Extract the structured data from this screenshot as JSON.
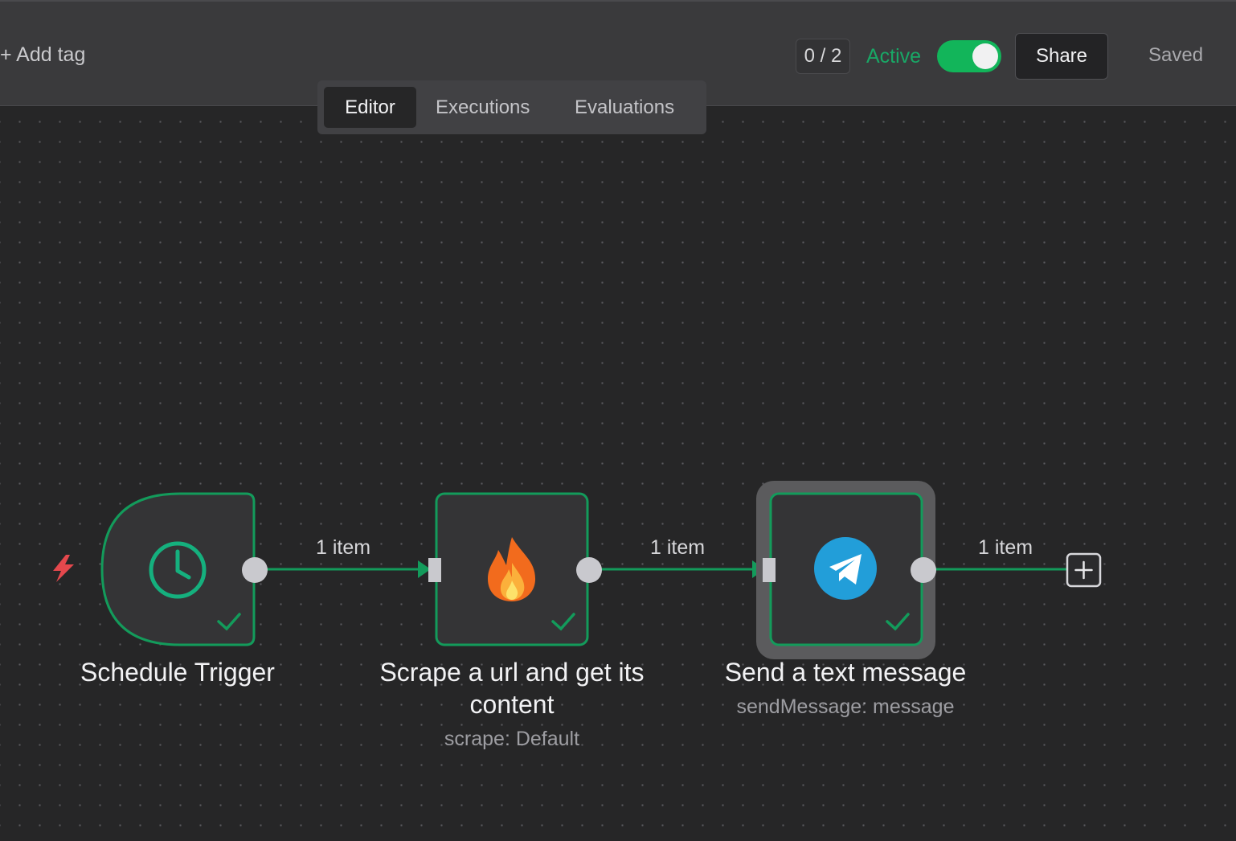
{
  "header": {
    "add_tag": "+ Add tag",
    "counter": "0 / 2",
    "active_label": "Active",
    "active": true,
    "share_label": "Share",
    "saved_label": "Saved"
  },
  "tabs": [
    {
      "label": "Editor",
      "active": true
    },
    {
      "label": "Executions",
      "active": false
    },
    {
      "label": "Evaluations",
      "active": false
    }
  ],
  "nodes": [
    {
      "title": "Schedule Trigger",
      "subtitle": "",
      "icon": "clock-icon",
      "status": "success"
    },
    {
      "title": "Scrape a url and get its content",
      "title_line1": "Scrape a url and get its",
      "title_line2": "content",
      "subtitle": "scrape: Default",
      "icon": "fire-icon",
      "status": "success"
    },
    {
      "title": "Send a text message",
      "subtitle": "sendMessage: message",
      "icon": "telegram-icon",
      "status": "success",
      "selected": true
    }
  ],
  "edges": [
    {
      "label": "1 item"
    },
    {
      "label": "1 item"
    },
    {
      "label": "1 item"
    }
  ],
  "colors": {
    "success": "#139b5b",
    "accent_green": "#12b55a",
    "trigger_bolt": "#e5484d",
    "telegram_blue": "#229ed9"
  }
}
